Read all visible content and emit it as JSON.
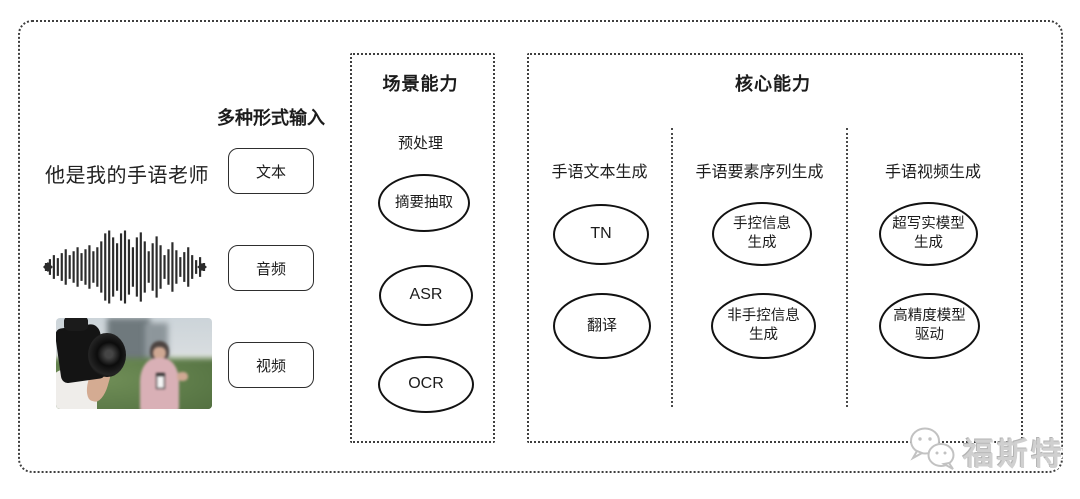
{
  "diagram": {
    "input": {
      "header": "多种形式输入",
      "text_sample": "他是我的手语老师",
      "text_label": "文本",
      "audio_label": "音频",
      "video_label": "视频"
    },
    "scene": {
      "title": "场景能力",
      "subtitle": "预处理",
      "nodes": [
        "摘要抽取",
        "ASR",
        "OCR"
      ]
    },
    "core": {
      "title": "核心能力",
      "columns": [
        {
          "header": "手语文本生成",
          "nodes": [
            "TN",
            "翻译"
          ]
        },
        {
          "header": "手语要素序列生成",
          "nodes": [
            "手控信息\n生成",
            "非手控信息\n生成"
          ]
        },
        {
          "header": "手语视频生成",
          "nodes": [
            "超写实模型\n生成",
            "高精度模型\n驱动"
          ]
        }
      ]
    },
    "watermark": {
      "text": "福斯特",
      "icon": "chat-bubbles-icon"
    },
    "colors": {
      "line": "#3f3f3f",
      "node_stroke": "#121212",
      "watermark": "#d0d0d0"
    }
  }
}
